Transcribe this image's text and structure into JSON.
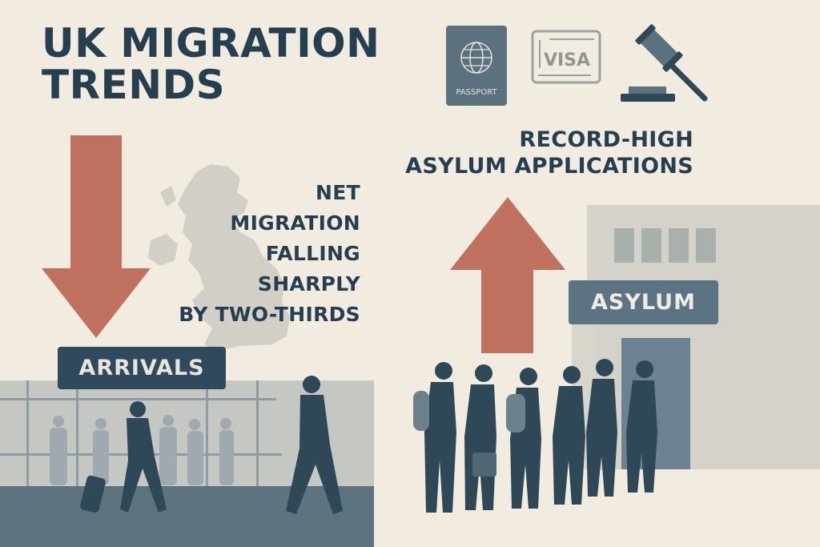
{
  "title": {
    "line1": "UK MIGRATION",
    "line2": "TRENDS"
  },
  "left_panel": {
    "headline_lines": [
      "NET",
      "MIGRATION",
      "FALLING",
      "SHARPLY",
      "BY TWO-THIRDS"
    ],
    "arrow_direction": "down",
    "sign_label": "ARRIVALS",
    "map_region": "uk-map"
  },
  "right_panel": {
    "headline_lines": [
      "RECORD-HIGH",
      "ASYLUM APPLICATIONS"
    ],
    "arrow_direction": "up",
    "sign_label": "ASYLUM"
  },
  "icons": {
    "passport_label": "PASSPORT",
    "visa_label": "VISA",
    "gavel": "gavel-icon"
  },
  "colors": {
    "background": "#f1ebe0",
    "navy": "#243f50",
    "arrow_red": "#c0705e",
    "slate": "#5b7383",
    "grey_building": "#d5d3c9"
  }
}
